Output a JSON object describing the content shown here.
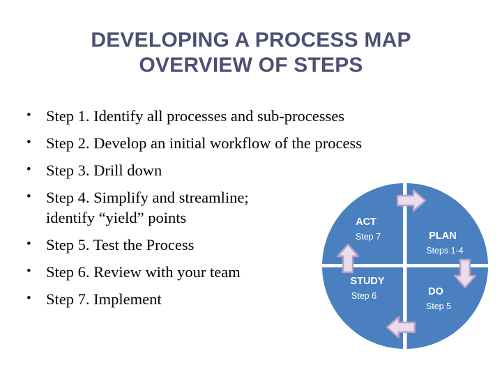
{
  "slide": {
    "title_line1": "DEVELOPING A PROCESS MAP",
    "title_line2": "OVERVIEW OF STEPS",
    "title_color": "#4d4f74",
    "background_color": "#ffffff"
  },
  "steps": [
    {
      "text": "Step 1. Identify all processes and sub-processes",
      "continuation": ""
    },
    {
      "text": "Step 2. Develop an initial workflow of the process",
      "continuation": ""
    },
    {
      "text": "Step 3. Drill down",
      "continuation": ""
    },
    {
      "text": "Step 4. Simplify and streamline;",
      "continuation": "identify “yield” points"
    },
    {
      "text": "Step 5. Test the Process",
      "continuation": ""
    },
    {
      "text": "Step 6. Review with your team",
      "continuation": ""
    },
    {
      "text": "Step 7. Implement",
      "continuation": ""
    }
  ],
  "diagram": {
    "name": "pdca-cycle",
    "circle_color": "#4a80c0",
    "divider_color": "#ffffff",
    "arrow_fill": "#e9dcec",
    "arrow_stroke": "#b79fc4",
    "label_color": "#ffffff",
    "quadrants": [
      {
        "id": "act",
        "title": "ACT",
        "subtitle": "Step 7",
        "position": "top-left"
      },
      {
        "id": "plan",
        "title": "PLAN",
        "subtitle": "Steps 1-4",
        "position": "top-right"
      },
      {
        "id": "study",
        "title": "STUDY",
        "subtitle": "Step 6",
        "position": "bottom-left"
      },
      {
        "id": "do",
        "title": "DO",
        "subtitle": "Step 5",
        "position": "bottom-right"
      }
    ],
    "arrows": [
      {
        "id": "act-to-plan",
        "direction": "right"
      },
      {
        "id": "plan-to-do",
        "direction": "down"
      },
      {
        "id": "do-to-study",
        "direction": "left"
      },
      {
        "id": "study-to-act",
        "direction": "up"
      }
    ]
  }
}
